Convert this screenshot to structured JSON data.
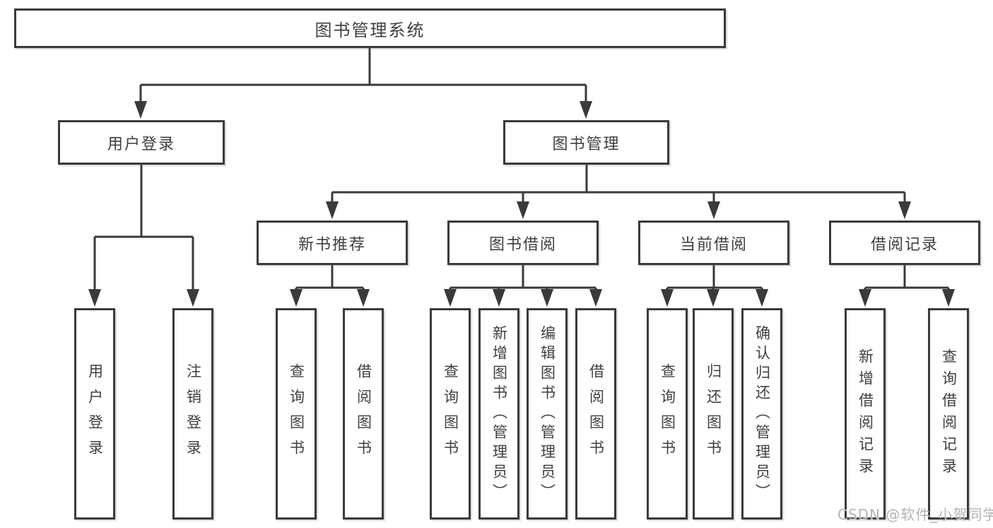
{
  "diagram_title": "图书管理系统",
  "tree": {
    "root": {
      "label": "图书管理系统"
    },
    "branches": [
      {
        "label": "用户登录",
        "children": [
          {
            "label": "用户登录"
          },
          {
            "label": "注销登录"
          }
        ]
      },
      {
        "label": "图书管理",
        "groups": [
          {
            "label": "新书推荐",
            "children": [
              {
                "label": "查询图书"
              },
              {
                "label": "借阅图书"
              }
            ]
          },
          {
            "label": "图书借阅",
            "children": [
              {
                "label": "查询图书"
              },
              {
                "label": "新增图书（管理员）"
              },
              {
                "label": "编辑图书（管理员）"
              },
              {
                "label": "借阅图书"
              }
            ]
          },
          {
            "label": "当前借阅",
            "children": [
              {
                "label": "查询图书"
              },
              {
                "label": "归还图书"
              },
              {
                "label": "确认归还（管理员）"
              }
            ]
          },
          {
            "label": "借阅记录",
            "children": [
              {
                "label": "新增借阅记录"
              },
              {
                "label": "查询借阅记录"
              }
            ]
          }
        ]
      }
    ]
  },
  "watermark": "CSDN @软件_小贺同学",
  "colors": {
    "line": "#3a3a3a",
    "box_border": "#3a3a3a",
    "box_background": "#ffffff",
    "text": "#3f3f3f",
    "watermark": "#b3b3b3",
    "background": "#ffffff"
  }
}
